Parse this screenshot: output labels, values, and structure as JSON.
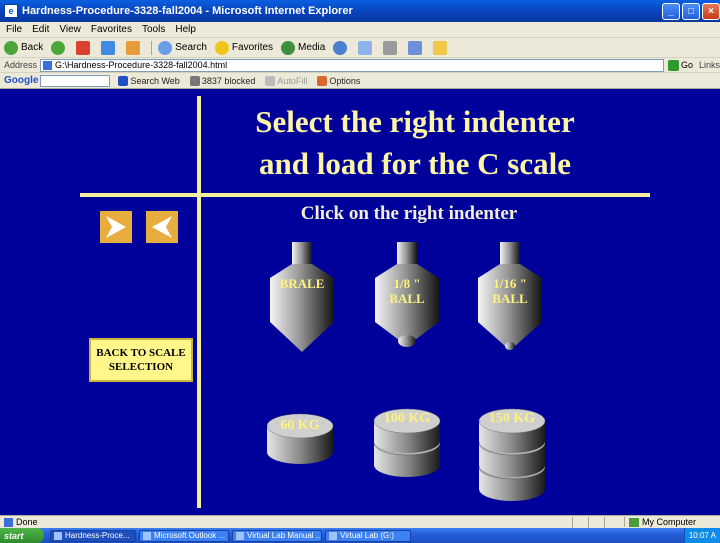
{
  "window": {
    "title": "Hardness-Procedure-3328-fall2004 - Microsoft Internet Explorer"
  },
  "menu": [
    "File",
    "Edit",
    "View",
    "Favorites",
    "Tools",
    "Help"
  ],
  "toolbar": {
    "back": "Back",
    "search": "Search",
    "favorites": "Favorites",
    "media": "Media"
  },
  "address": {
    "label": "Address",
    "url": "G:\\Hardness-Procedure-3328-fall2004.html",
    "go": "Go",
    "links": "Links"
  },
  "googlebar": {
    "logo": "Google",
    "search_web": "Search Web",
    "blocked": "3837 blocked",
    "autofill": "AutoFill",
    "options": "Options"
  },
  "page": {
    "heading_line1": "Select the right indenter",
    "heading_line2": "and load for the C scale",
    "instruction": "Click on the right indenter",
    "back_button_line1": "BACK TO SCALE",
    "back_button_line2": "SELECTION",
    "indenters": [
      {
        "line1": "BRALE",
        "line2": ""
      },
      {
        "line1": "1/8 \"",
        "line2": "BALL"
      },
      {
        "line1": "1/16 \"",
        "line2": "BALL"
      }
    ],
    "loads": [
      "60 KG",
      "100 KG",
      "150 KG"
    ],
    "colors": {
      "background": "#00009b",
      "divider": "#f4ef9c",
      "heading": "#fbf5a5",
      "label": "#fff27a",
      "nav_button": "#e8ad3f",
      "back_button": "#fff78a"
    }
  },
  "status": {
    "text": "Done",
    "zone": "My Computer"
  },
  "taskbar": {
    "start": "start",
    "tasks": [
      "Hardness-Proce...",
      "Microsoft Outlook ...",
      "Virtual Lab Manual ...",
      "Virtual Lab (G:)"
    ],
    "clock": "10:07 A"
  }
}
